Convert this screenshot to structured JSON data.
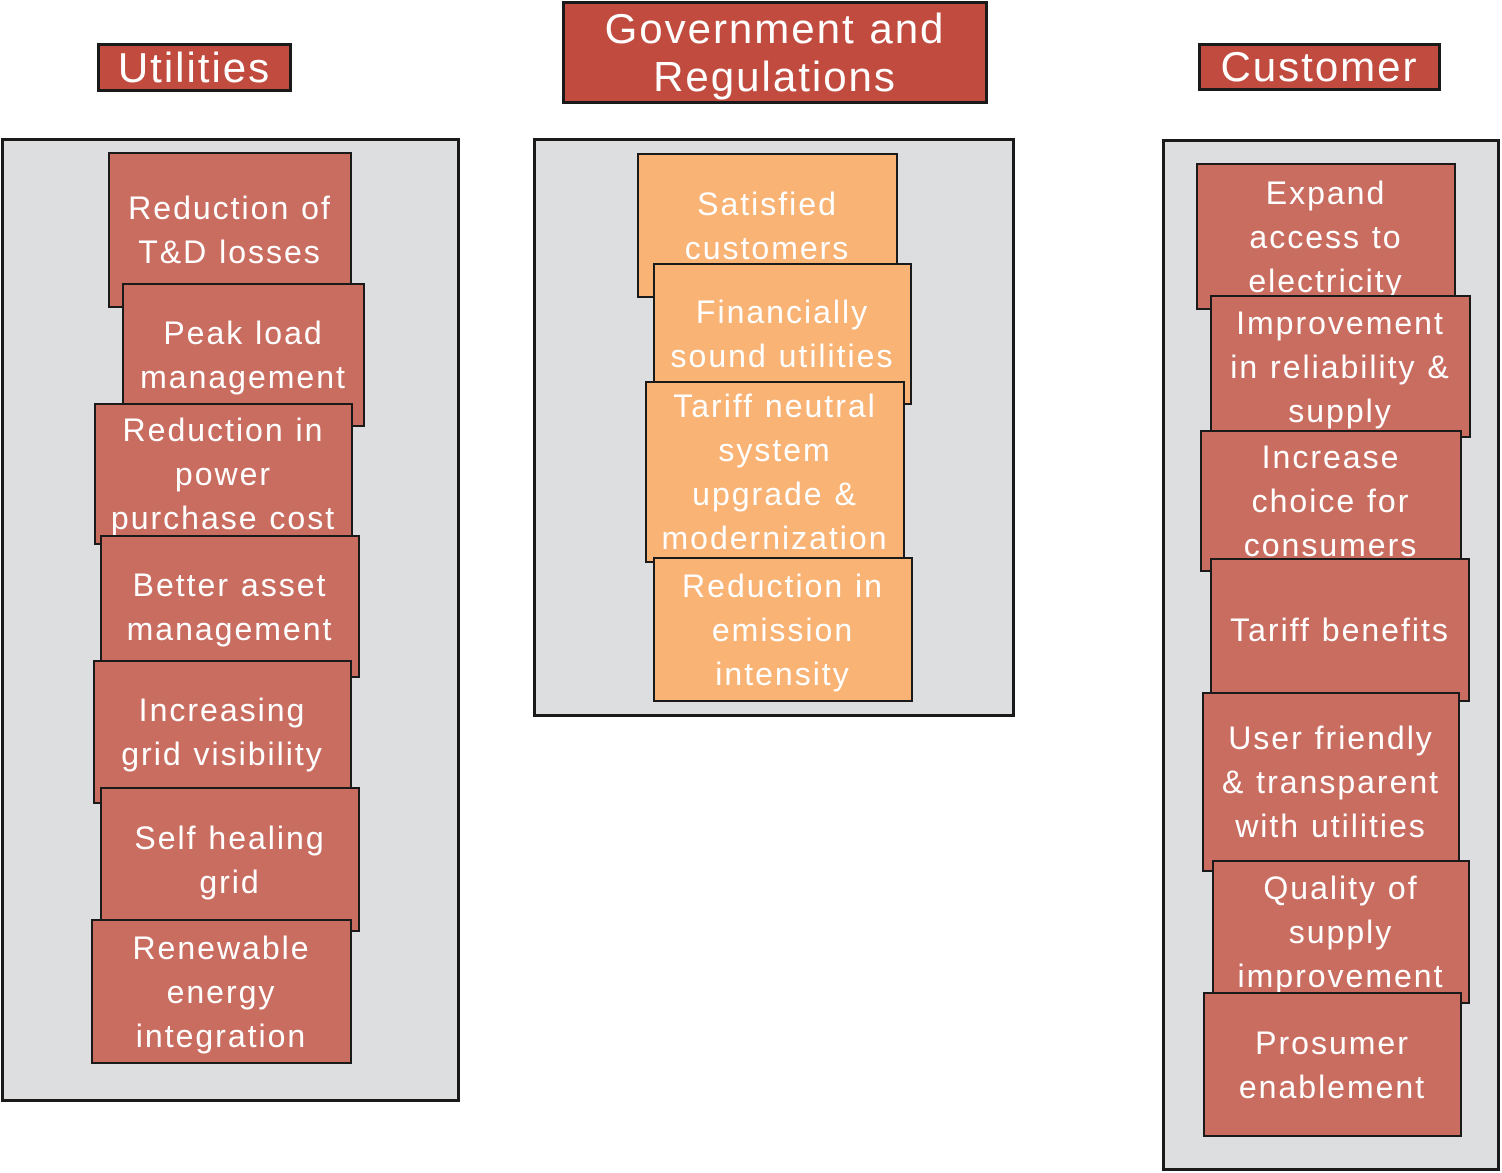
{
  "colors": {
    "header_red": "#c04b3e",
    "item_red": "#ca6d61",
    "item_orange": "#f8b375",
    "panel_gray": "#dcdee0",
    "border_dark": "#1a1a1a",
    "text_white": "#ffffff"
  },
  "columns": [
    {
      "header": "Utilities",
      "items": [
        {
          "label": "Reduction of T&D losses"
        },
        {
          "label": "Peak load management"
        },
        {
          "label": "Reduction in power purchase cost"
        },
        {
          "label": "Better asset management"
        },
        {
          "label": "Increasing grid visibility"
        },
        {
          "label": "Self healing grid"
        },
        {
          "label": "Renewable energy integration"
        }
      ]
    },
    {
      "header": "Government and Regulations",
      "items": [
        {
          "label": "Satisfied customers"
        },
        {
          "label": "Financially sound utilities"
        },
        {
          "label": "Tariff neutral system upgrade & modernization"
        },
        {
          "label": "Reduction in emission intensity"
        }
      ]
    },
    {
      "header": "Customer",
      "items": [
        {
          "label": "Expand access to electricity"
        },
        {
          "label": "Improvement in reliability & supply"
        },
        {
          "label": "Increase choice for consumers"
        },
        {
          "label": "Tariff benefits"
        },
        {
          "label": "User friendly & transparent with utilities"
        },
        {
          "label": "Quality of supply improvement"
        },
        {
          "label": "Prosumer enablement"
        }
      ]
    }
  ]
}
